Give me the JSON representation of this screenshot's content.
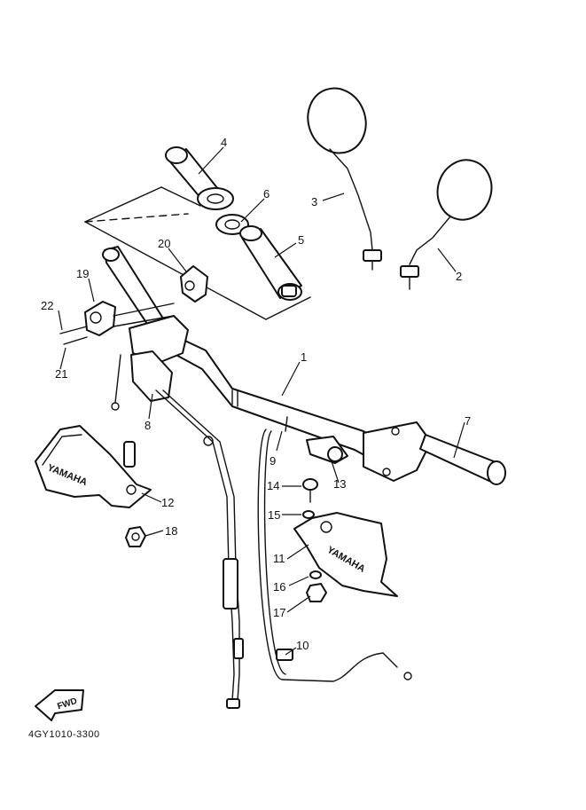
{
  "diagram": {
    "part_code": "4GY1010-3300",
    "fwd_label": "FWD",
    "guard_brand": "YAMAHA",
    "callouts": {
      "p1": "1",
      "p2": "2",
      "p3": "3",
      "p4": "4",
      "p5": "5",
      "p6": "6",
      "p7": "7",
      "p8": "8",
      "p9": "9",
      "p10": "10",
      "p11": "11",
      "p12": "12",
      "p13": "13",
      "p14": "14",
      "p15": "15",
      "p16": "16",
      "p17": "17",
      "p18": "18",
      "p19": "19",
      "p20": "20",
      "p21": "21",
      "p22": "22"
    }
  }
}
